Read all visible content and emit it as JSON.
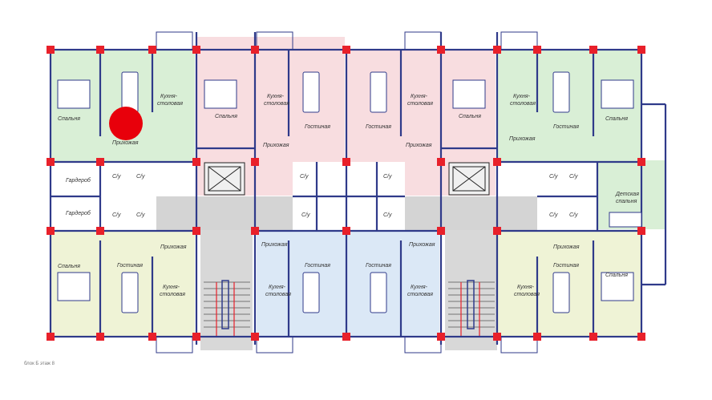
{
  "colors": {
    "green": "#d9efd6",
    "pink": "#f8dde0",
    "blue": "#dbe8f6",
    "yellow": "#eff3d6",
    "wall": "#2f3a8a",
    "column": "#e8202a",
    "corridor": "#d4d4d4",
    "marker": "#e8000b"
  },
  "rooms": {
    "spalnya": "Спальня",
    "gostinaya": "Гостиная",
    "prikhozhaya": "Прихожая",
    "kukhnya": "Кухня-",
    "stolovaya": "столовая",
    "kukhnya_stolovaya": "Кухня-столовая",
    "garderob": "Гардероб",
    "su": "С/у",
    "detskaya": "Детская",
    "spalnya_lc": "спальня"
  },
  "caption": "блок Б этаж 8"
}
